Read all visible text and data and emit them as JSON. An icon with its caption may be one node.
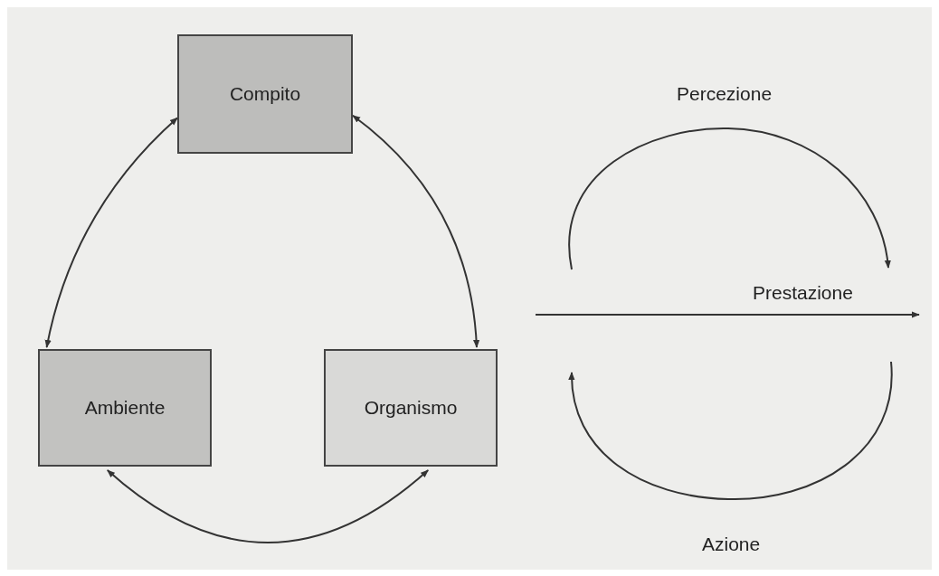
{
  "diagram": {
    "nodes": [
      {
        "text": [
          "Compito"
        ]
      },
      {
        "text": [
          "Ambiente"
        ]
      },
      {
        "text": [
          "Organismo"
        ]
      }
    ],
    "edges": [
      {
        "from": 0,
        "to": 1,
        "arrow": "both"
      },
      {
        "from": 0,
        "to": 2,
        "arrow": "both"
      },
      {
        "from": 1,
        "to": 2,
        "arrow": "both"
      }
    ],
    "labels": [
      "Percezione",
      "Prestazione",
      "Azione"
    ]
  }
}
